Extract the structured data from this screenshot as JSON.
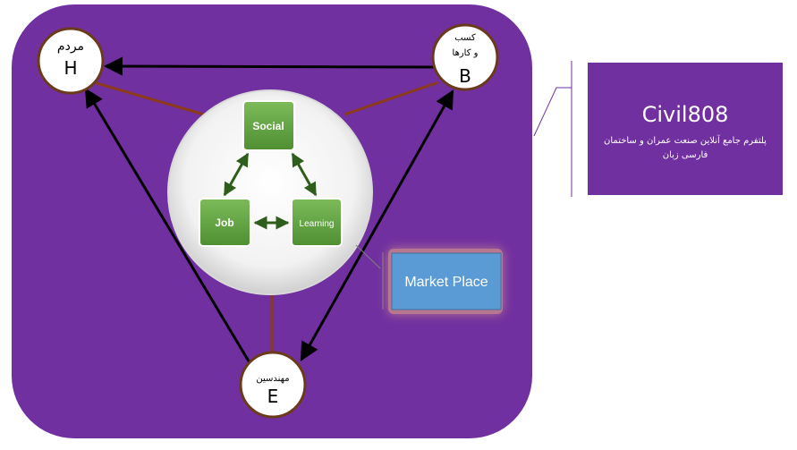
{
  "nodes": {
    "people": {
      "title": "مردم",
      "letter": "H"
    },
    "business": {
      "title_line1": "کسب",
      "title_line2": "و کارها",
      "letter": "B"
    },
    "engineers": {
      "title": "مهندسین",
      "letter": "E"
    }
  },
  "hub": {
    "social": "Social",
    "job": "Job",
    "learning": "Learning"
  },
  "market_place": "Market Place",
  "brand": {
    "title": "Civil808",
    "subtitle_line1": "پلتفرم جامع آنلاین صنعت عمران و ساختمان",
    "subtitle_line2": "فارسی زبان"
  },
  "colors": {
    "panel_purple": "#7030a0",
    "green_box": "#6aa84f",
    "blue_box": "#5b9bd5",
    "arrow_green": "#2f5e1c",
    "brown_line": "#8b3a1a"
  }
}
